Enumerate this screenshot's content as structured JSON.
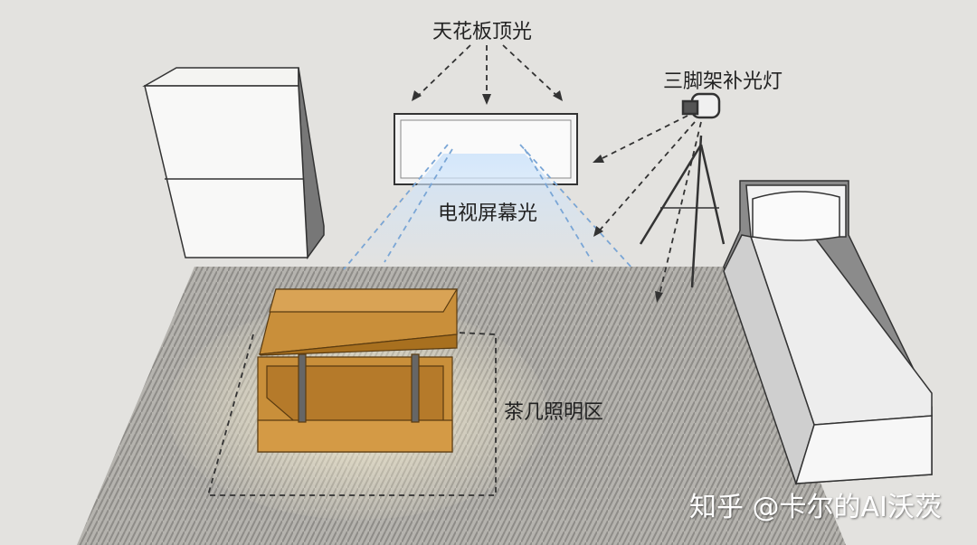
{
  "labels": {
    "ceiling_light": "天花板顶光",
    "tripod_light": "三脚架补光灯",
    "tv_light": "电视屏幕光",
    "table_zone": "茶几照明区"
  },
  "watermark": "知乎 @卡尔的AI沃茨",
  "colors": {
    "wall": "#e3e2df",
    "rug": "#b9b7b2",
    "wood": "#c98f3a",
    "tv_light": "#8fb7e0"
  }
}
